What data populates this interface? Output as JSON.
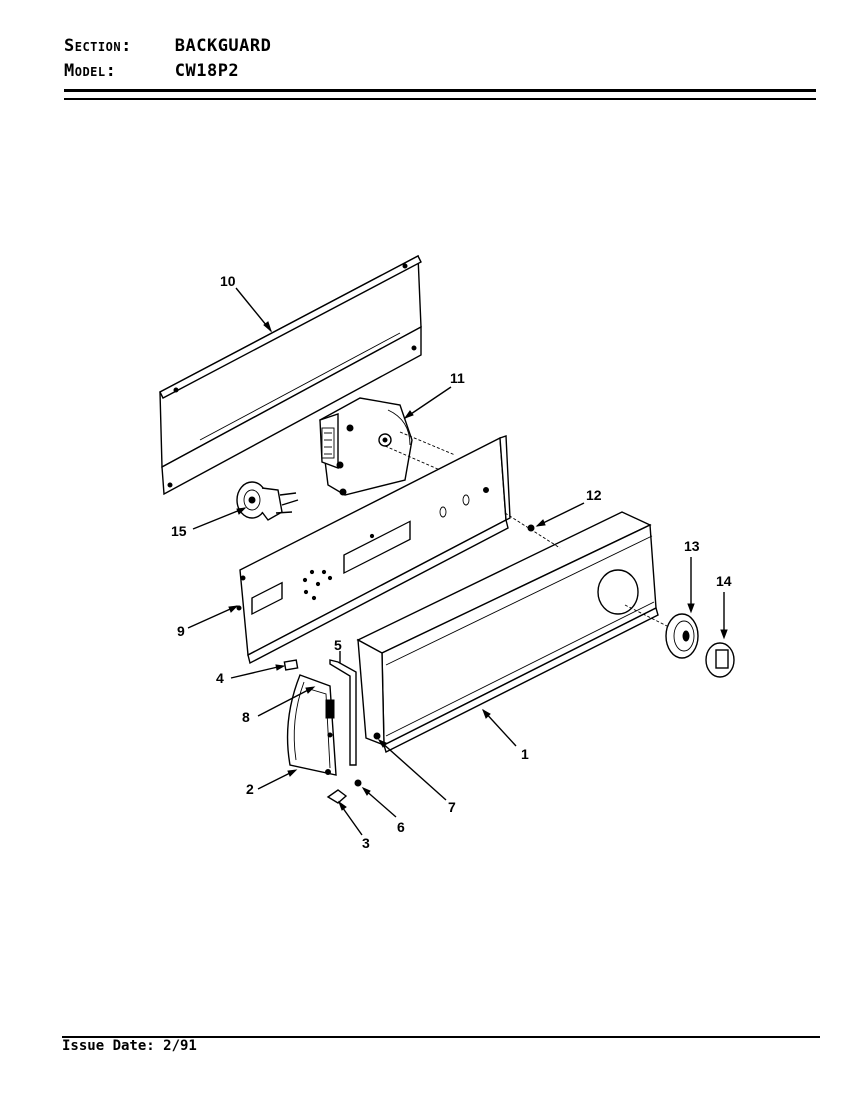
{
  "header": {
    "section_label": "Section:",
    "section_value": "BACKGUARD",
    "model_label": "Model:",
    "model_value": "CW18P2"
  },
  "footer": {
    "issue_date": "Issue Date: 2/91"
  },
  "callouts": [
    "1",
    "2",
    "3",
    "4",
    "5",
    "6",
    "7",
    "8",
    "9",
    "10",
    "11",
    "12",
    "13",
    "14",
    "15"
  ]
}
